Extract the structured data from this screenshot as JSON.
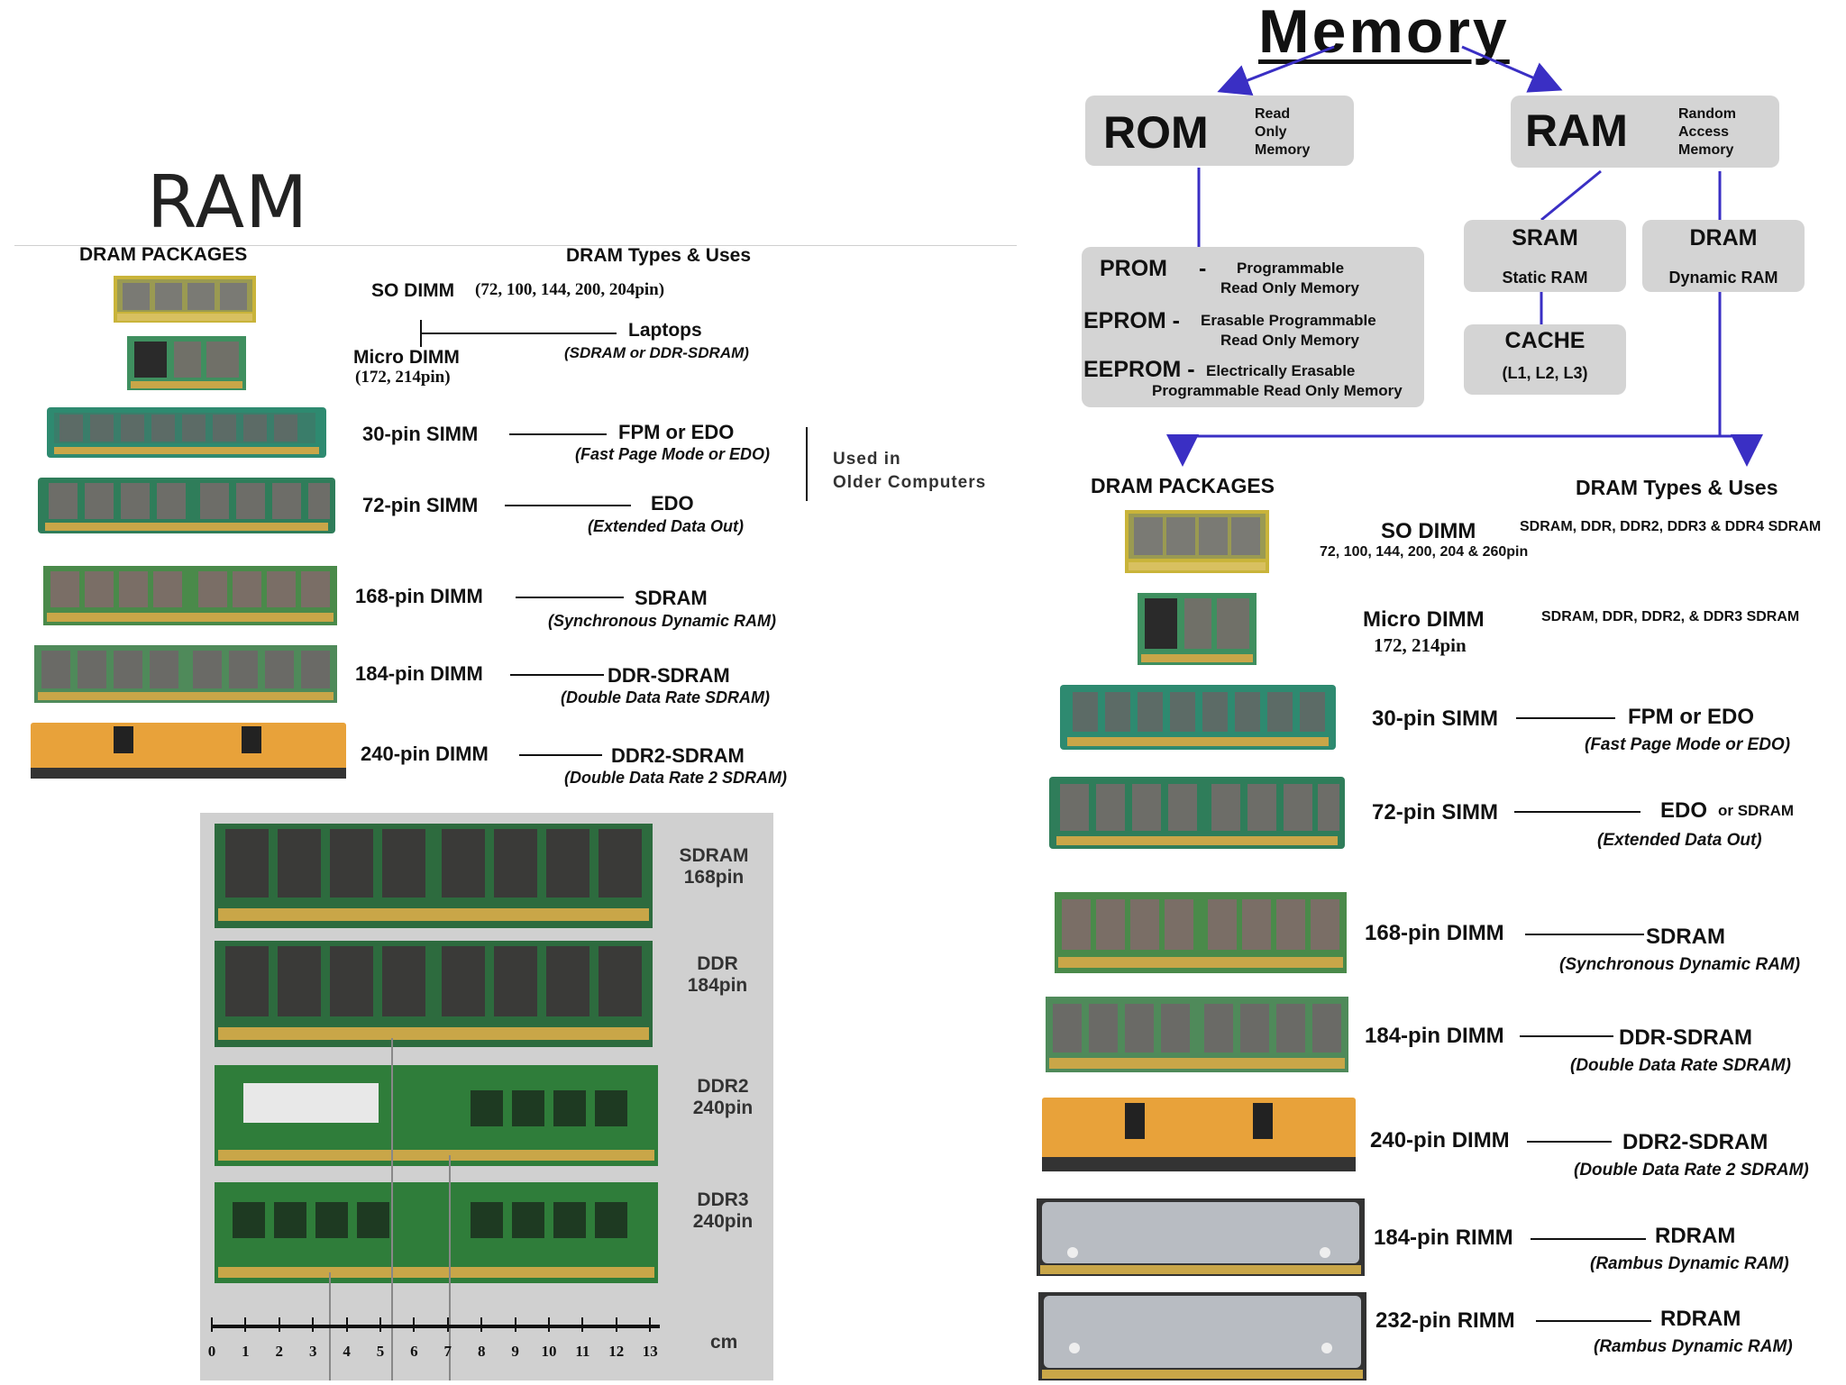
{
  "slide_title": "RAM",
  "left": {
    "packages_header": "DRAM PACKAGES",
    "types_header": "DRAM Types & Uses",
    "so_dimm": "SO DIMM",
    "so_dimm_pins": "(72, 100, 144, 200, 204pin)",
    "laptops": "Laptops",
    "laptops_sub": "(SDRAM or DDR-SDRAM)",
    "micro_dimm": "Micro DIMM",
    "micro_dimm_pins": "(172, 214pin)",
    "used_in": "Used in",
    "older_computers": "Older Computers",
    "rows": [
      {
        "pkg": "30-pin SIMM",
        "type": "FPM or EDO",
        "desc": "(Fast Page Mode or EDO)"
      },
      {
        "pkg": "72-pin SIMM",
        "type": "EDO",
        "desc": "(Extended Data Out)"
      },
      {
        "pkg": "168-pin DIMM",
        "type": "SDRAM",
        "desc": "(Synchronous Dynamic RAM)"
      },
      {
        "pkg": "184-pin DIMM",
        "type": "DDR-SDRAM",
        "desc": "(Double Data Rate SDRAM)"
      },
      {
        "pkg": "240-pin DIMM",
        "type": "DDR2-SDRAM",
        "desc": "(Double Data Rate 2 SDRAM)"
      }
    ]
  },
  "photo": {
    "labels": [
      {
        "name": "SDRAM",
        "pins": "168pin"
      },
      {
        "name": "DDR",
        "pins": "184pin"
      },
      {
        "name": "DDR2",
        "pins": "240pin"
      },
      {
        "name": "DDR3",
        "pins": "240pin"
      }
    ],
    "ruler_ticks": [
      "0",
      "1",
      "2",
      "3",
      "4",
      "5",
      "6",
      "7",
      "8",
      "9",
      "10",
      "11",
      "12",
      "13"
    ],
    "unit": "cm"
  },
  "right": {
    "title": "Memory",
    "rom": {
      "abbr": "ROM",
      "full": [
        "Read",
        "Only",
        "Memory"
      ]
    },
    "ram": {
      "abbr": "RAM",
      "full": [
        "Random",
        "Access",
        "Memory"
      ]
    },
    "prom": {
      "abbr": "PROM",
      "dash": "-",
      "desc": [
        "Programmable",
        "Read Only Memory"
      ]
    },
    "eprom": {
      "abbr": "EPROM -",
      "desc": [
        "Erasable Programmable",
        "Read Only Memory"
      ]
    },
    "eeprom": {
      "abbr": "EEPROM -",
      "desc": [
        "Electrically Erasable",
        "Programmable Read Only Memory"
      ]
    },
    "sram": {
      "abbr": "SRAM",
      "desc": "Static RAM"
    },
    "dram": {
      "abbr": "DRAM",
      "desc": "Dynamic RAM"
    },
    "cache": {
      "abbr": "CACHE",
      "desc": "(L1, L2, L3)"
    },
    "packages_header": "DRAM PACKAGES",
    "types_header": "DRAM Types & Uses",
    "so_dimm": "SO DIMM",
    "so_dimm_pins": "72, 100, 144, 200, 204 & 260pin",
    "so_dimm_types": "SDRAM, DDR, DDR2, DDR3 & DDR4 SDRAM",
    "micro_dimm": "Micro DIMM",
    "micro_dimm_pins": "172, 214pin",
    "micro_dimm_types": "SDRAM, DDR, DDR2, & DDR3 SDRAM",
    "rows": [
      {
        "pkg": "30-pin SIMM",
        "type": "FPM or EDO",
        "extra": "",
        "desc": "(Fast Page Mode or EDO)"
      },
      {
        "pkg": "72-pin SIMM",
        "type": "EDO",
        "extra": "or SDRAM",
        "desc": "(Extended Data Out)"
      },
      {
        "pkg": "168-pin DIMM",
        "type": "SDRAM",
        "extra": "",
        "desc": "(Synchronous Dynamic RAM)"
      },
      {
        "pkg": "184-pin DIMM",
        "type": "DDR-SDRAM",
        "extra": "",
        "desc": "(Double Data Rate SDRAM)"
      },
      {
        "pkg": "240-pin DIMM",
        "type": "DDR2-SDRAM",
        "extra": "",
        "desc": "(Double Data Rate 2 SDRAM)"
      },
      {
        "pkg": "184-pin RIMM",
        "type": "RDRAM",
        "extra": "",
        "desc": "(Rambus Dynamic RAM)"
      },
      {
        "pkg": "232-pin RIMM",
        "type": "RDRAM",
        "extra": "",
        "desc": "(Rambus Dynamic RAM)"
      }
    ]
  },
  "colors": {
    "box_gray": "#d4d4d4",
    "arrow_blue": "#3a2fc4",
    "pcb_green": "#2f7d5a",
    "chip_gray": "#6d6d68",
    "heatsink_orange": "#e8a23a",
    "rimm_silver": "#b8bcc2",
    "contact_gold": "#c9a648"
  }
}
